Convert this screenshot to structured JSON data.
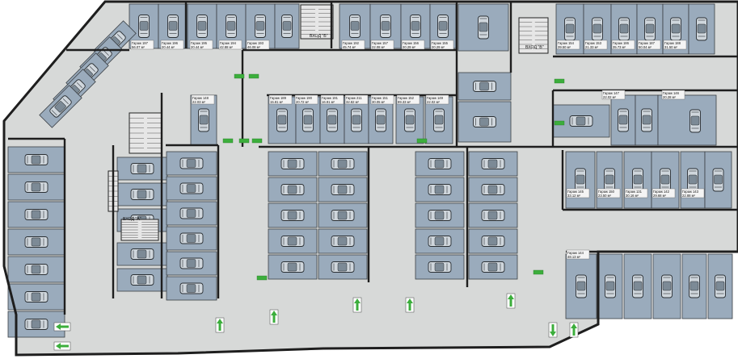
{
  "colors": {
    "background": "#ffffff",
    "driveway": "#d7d9d8",
    "space_fill": "#9aabbc",
    "wall": "#1e1e1e",
    "car_body": "#cfd6dc",
    "car_roof": "#7c8a96",
    "label_box": "#f4f4f4",
    "stair_fill": "#b4b7b8",
    "exit_green": "#3cae3c"
  },
  "entrances": [
    {
      "label": "ВХОД \"Б\""
    },
    {
      "label": "ВХОД \"В\""
    },
    {
      "label": "ВХОД \"А\""
    }
  ],
  "garages": [
    {
      "label": "Гараж 197",
      "area": "56.07 м²"
    },
    {
      "label": "Гараж 196",
      "area": "20.44 м²"
    },
    {
      "label": "Гараж 195",
      "area": "20.44 м²"
    },
    {
      "label": "Гараж 194",
      "area": "42.88 м²"
    },
    {
      "label": "Гараж 193",
      "area": "46.08 м²"
    },
    {
      "label": "Гараж 192",
      "area": "45.74 м²"
    },
    {
      "label": "Гараж 157",
      "area": "22.08 м²"
    },
    {
      "label": "Гараж 156",
      "area": "20.29 м²"
    },
    {
      "label": "Гараж 155",
      "area": "20.29 м²"
    },
    {
      "label": "Гараж 154",
      "area": "39.50 м²"
    },
    {
      "label": "Гараж 153",
      "area": "21.33 м²"
    },
    {
      "label": "Гараж 186",
      "area": "35.73 м²"
    },
    {
      "label": "Гараж 187",
      "area": "50.04 м²"
    },
    {
      "label": "Гараж 188",
      "area": "31.50 м²"
    },
    {
      "label": "Гараж 189",
      "area": "15.81 м²"
    },
    {
      "label": "Гараж 190",
      "area": "20.72 м²"
    },
    {
      "label": "Гараж 191",
      "area": "16.91 м²"
    },
    {
      "label": "Гараж 211",
      "area": "32.82 м²"
    },
    {
      "label": "Гараж 151",
      "area": "30.05 м²"
    },
    {
      "label": "Гараж 152",
      "area": "89.33 м²"
    },
    {
      "label": "Гараж 149",
      "area": "22.02 м²"
    },
    {
      "label": "Гараж 148",
      "area": "22.03 м²"
    },
    {
      "label": "Гараж 147",
      "area": "22.02 м²"
    },
    {
      "label": "Гараж 146",
      "area": "20.28 м²"
    },
    {
      "label": "Гараж 145",
      "area": "33.12 м²"
    },
    {
      "label": "Гараж 150",
      "area": "23.50 м²"
    },
    {
      "label": "Гараж 131",
      "area": "30.16 м²"
    },
    {
      "label": "Гараж 142",
      "area": "29.68 м²"
    },
    {
      "label": "Гараж 143",
      "area": "22.88 м²"
    },
    {
      "label": "Гараж 144",
      "area": "48.13 м²"
    }
  ]
}
